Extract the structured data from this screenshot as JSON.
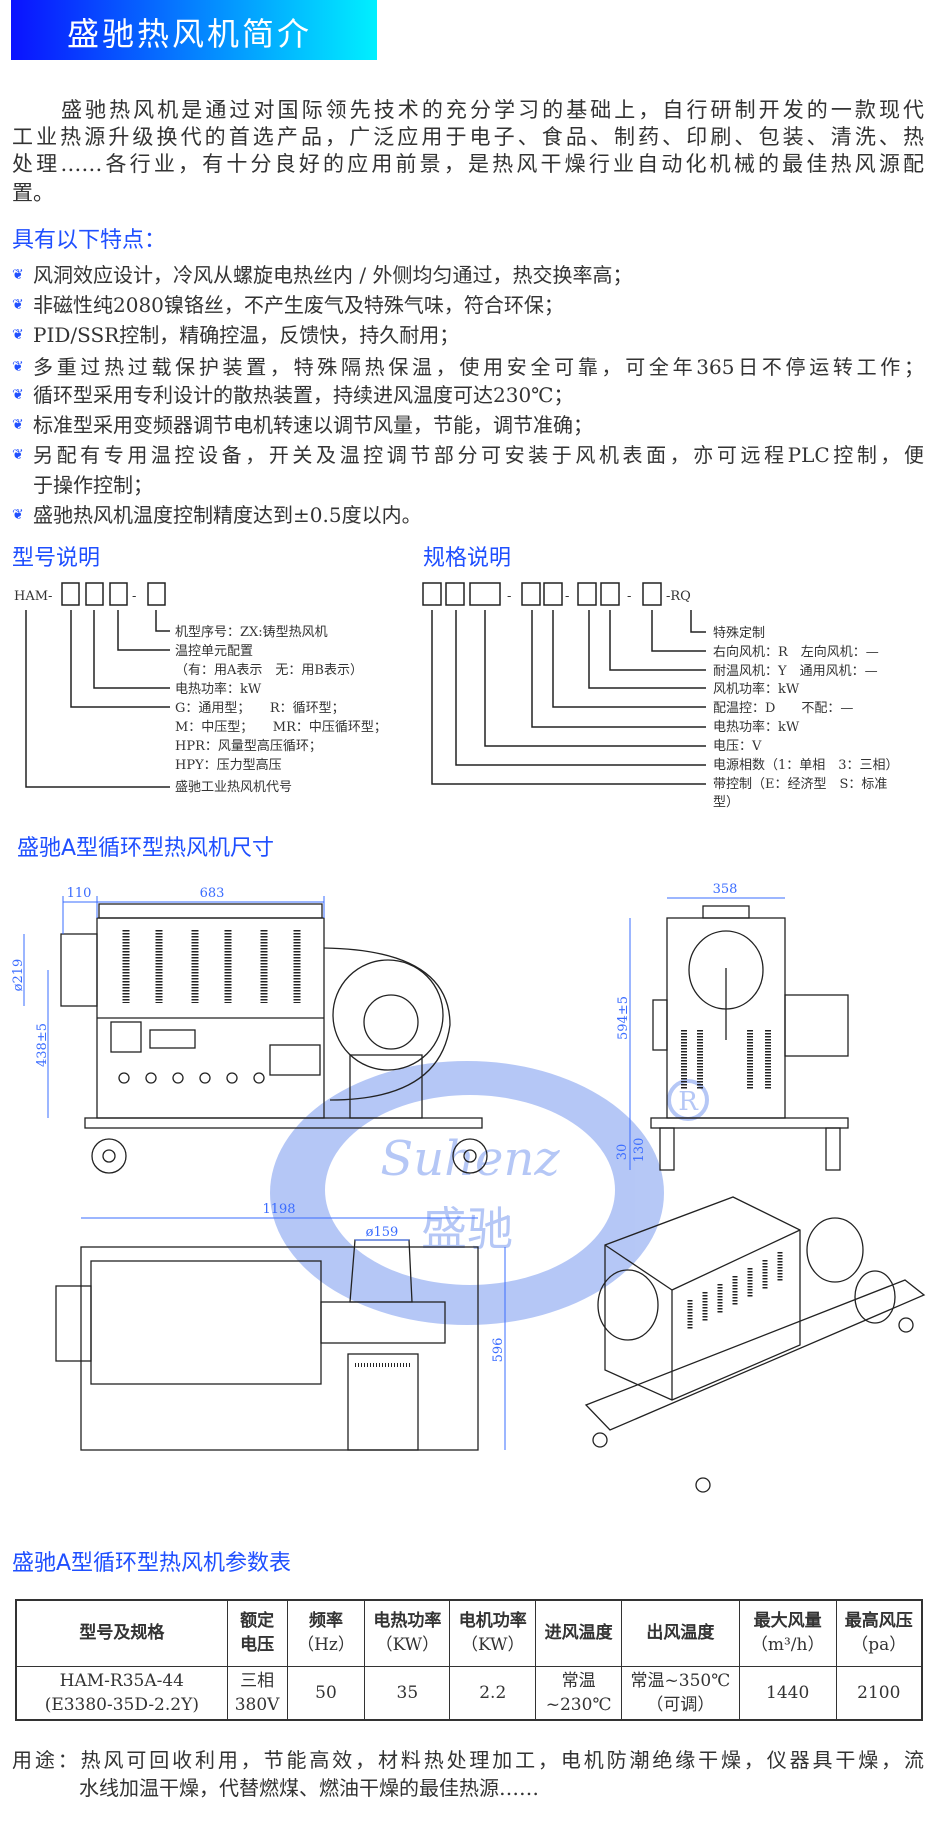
{
  "title": "盛驰热风机简介",
  "intro": {
    "lines": [
      "盛驰热风机是通过对国际领先技术的充分学习的基础上，自行研制开发的一款现代",
      "工业热源升级换代的首选产品，广泛应用于电子、食品、制药、印刷、包装、清洗、热",
      "处理……各行业，有十分良好的应用前景，是热风干燥行业自动化机械的最佳热风源配",
      "置。"
    ]
  },
  "features": {
    "heading": "具有以下特点：",
    "bullet_icon": "blue-swirl-bullet",
    "items": [
      "风洞效应设计，冷风从螺旋电热丝内 / 外侧均匀通过，热交换率高；",
      "非磁性纯2080镍铬丝，不产生废气及特殊气味，符合环保；",
      "PID/SSR控制，精确控温，反馈快，持久耐用；",
      "多重过热过载保护装置，特殊隔热保温，使用安全可靠，可全年365日不停运转工作；",
      "循环型采用专利设计的散热装置，持续进风温度可达230℃；",
      "标准型采用变频器调节电机转速以调节风量，节能，调节准确；",
      "另配有专用温控设备，开关及温控调节部分可安装于风机表面，亦可远程PLC控制，便",
      "于操作控制；",
      "盛驰热风机温度控制精度达到±0.5度以内。"
    ]
  },
  "model": {
    "heading": "型号说明",
    "prefix": "HAM-",
    "dash": "-",
    "labels": [
      "机型序号：ZX:铸型热风机",
      "温控单元配置",
      "（有：用A表示　无：用B表示）",
      "电热功率：kW",
      "G：通用型；　　R：循环型；",
      "M：中压型；　　MR：中压循环型；",
      "HPR：风量型高压循环；",
      "HPY：压力型高压",
      "盛驰工业热风机代号"
    ]
  },
  "spec": {
    "heading": "规格说明",
    "suffix": "-RQ",
    "dash": "-",
    "labels": [
      "特殊定制",
      "右向风机：R　左向风机：—",
      "耐温风机：Y　通用风机：—",
      "风机功率：kW",
      "配温控：D　　不配：—",
      "电热功率：kW",
      "电压：V",
      "电源相数（1：单相　3：三相）",
      "带控制（E：经济型　S：标准",
      "型）"
    ]
  },
  "dimensions": {
    "heading": "盛驰A型循环型热风机尺寸",
    "front": {
      "d1": "110",
      "d2": "683",
      "d3": "ø219",
      "d4": "438±5"
    },
    "side": {
      "d1": "358",
      "d2": "594±5",
      "d3": "30",
      "d4": "130"
    },
    "top": {
      "d1": "1198",
      "d2": "ø159",
      "d3": "596"
    },
    "watermark": {
      "text": "Suhenz",
      "cn": "盛驰",
      "mark": "R",
      "color": "#a9bef5"
    }
  },
  "params": {
    "heading": "盛驰A型循环型热风机参数表",
    "headers": [
      {
        "l1": "型号及规格",
        "l2": ""
      },
      {
        "l1": "额定",
        "l2": "电压"
      },
      {
        "l1": "频率",
        "l2": "（Hz）"
      },
      {
        "l1": "电热功率",
        "l2": "（KW）"
      },
      {
        "l1": "电机功率",
        "l2": "（KW）"
      },
      {
        "l1": "进风温度",
        "l2": ""
      },
      {
        "l1": "出风温度",
        "l2": ""
      },
      {
        "l1": "最大风量",
        "l2": "（m³/h）"
      },
      {
        "l1": "最高风压",
        "l2": "（pa）"
      }
    ],
    "row": [
      {
        "l1": "HAM-R35A-44",
        "l2": "(E3380-35D-2.2Y)"
      },
      {
        "l1": "三相",
        "l2": "380V"
      },
      {
        "l1": "50",
        "l2": ""
      },
      {
        "l1": "35",
        "l2": ""
      },
      {
        "l1": "2.2",
        "l2": ""
      },
      {
        "l1": "常温",
        "l2": "~230℃"
      },
      {
        "l1": "常温~350℃",
        "l2": "（可调）"
      },
      {
        "l1": "1440",
        "l2": ""
      },
      {
        "l1": "2100",
        "l2": ""
      }
    ]
  },
  "usage": {
    "line1": "用途：热风可回收利用，节能高效，材料热处理加工，电机防潮绝缘干燥，仪器具干燥，流",
    "line2": "水线加温干燥，代替燃煤、燃油干燥的最佳热源……"
  },
  "colors": {
    "heading": "#1f4fff",
    "title_grad_start": "#0a12ff",
    "title_grad_end": "#00f0ff"
  }
}
